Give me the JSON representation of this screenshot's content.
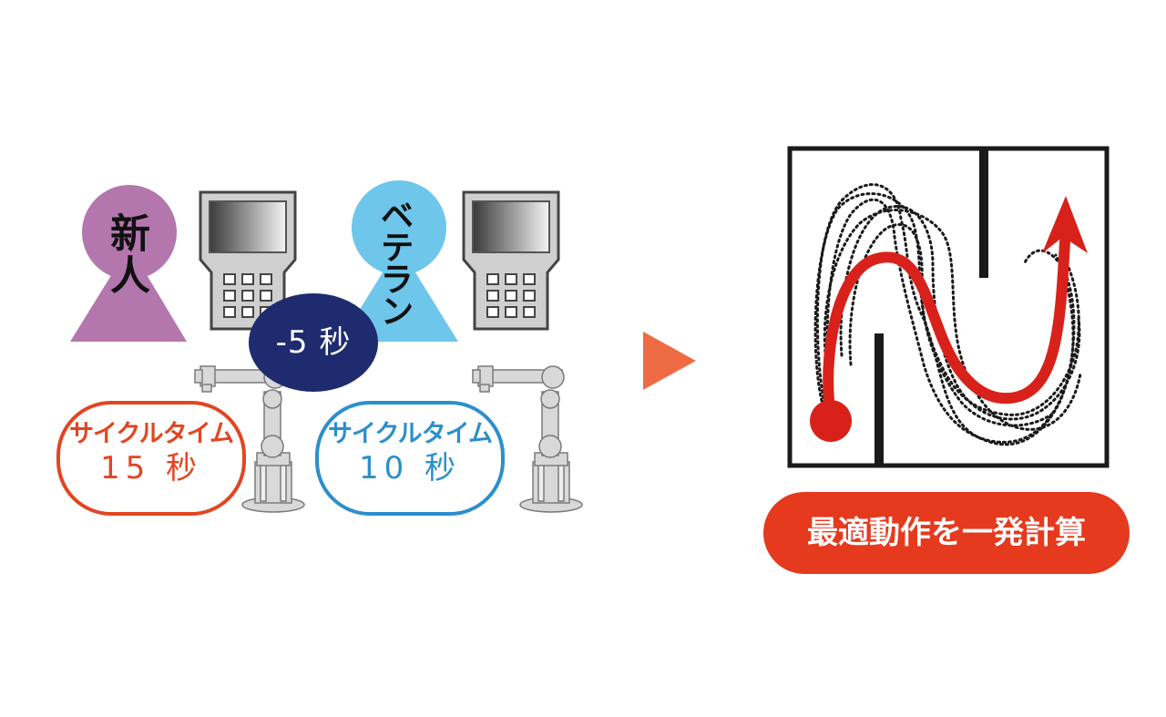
{
  "people": {
    "novice": {
      "label": "新人",
      "color": "#b376ad"
    },
    "veteran": {
      "label": "ベテラン",
      "color": "#6ec6ea"
    }
  },
  "difference_bubble": {
    "text": "-5 秒",
    "color": "#1e2b6e"
  },
  "cycle_times": {
    "novice": {
      "line1": "サイクルタイム",
      "line2": "15 秒",
      "color": "#e24520"
    },
    "veteran": {
      "line1": "サイクルタイム",
      "line2": "10 秒",
      "color": "#2b8fcc"
    }
  },
  "arrow_color": "#ee6b44",
  "maze_path_color": "#d9211b",
  "result": {
    "label": "最適動作を一発計算",
    "color": "#e53a1e"
  },
  "icons": [
    "teach-pendant-icon",
    "robot-arm-icon",
    "right-triangle-arrow-icon",
    "maze-path-icon"
  ]
}
